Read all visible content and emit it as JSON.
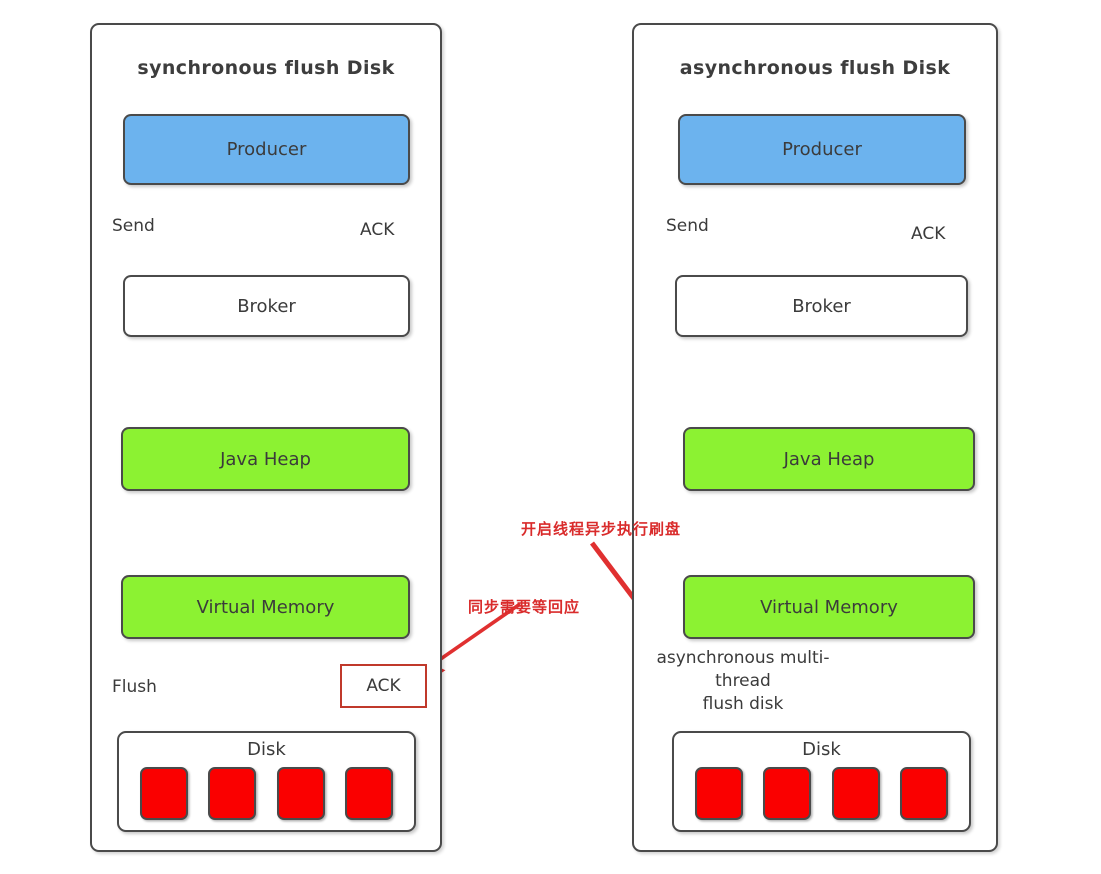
{
  "diagram": {
    "panels": [
      {
        "id": "sync",
        "title": "synchronous flush Disk",
        "nodes": {
          "producer": "Producer",
          "broker": "Broker",
          "java_heap": "Java Heap",
          "virtual_memory": "Virtual Memory",
          "disk": "Disk"
        },
        "edge_labels": {
          "send": "Send",
          "ack": "ACK",
          "flush": "Flush"
        },
        "ack_box": "ACK",
        "disk_block_count": 4
      },
      {
        "id": "async",
        "title": "asynchronous flush Disk",
        "nodes": {
          "producer": "Producer",
          "broker": "Broker",
          "java_heap": "Java Heap",
          "virtual_memory": "Virtual Memory",
          "disk": "Disk"
        },
        "edge_labels": {
          "send": "Send",
          "ack": "ACK"
        },
        "async_caption_line1": "asynchronous multi-",
        "async_caption_line2": "thread",
        "async_caption_line3": "flush disk",
        "disk_block_count": 4
      }
    ],
    "annotations": [
      {
        "id": "sync-note",
        "text": "同步需要等回应"
      },
      {
        "id": "async-note",
        "text": "开启线程异步执行刷盘"
      }
    ],
    "colors": {
      "producer_fill": "#6cb3ee",
      "memory_fill": "#8cf232",
      "disk_block_fill": "#fa0000",
      "annotation_red": "#d92b2b",
      "ack_arrow_blue": "#1414dc",
      "flow_arrow_black": "#2f2f2f",
      "border_gray": "#4a4a4a"
    }
  }
}
